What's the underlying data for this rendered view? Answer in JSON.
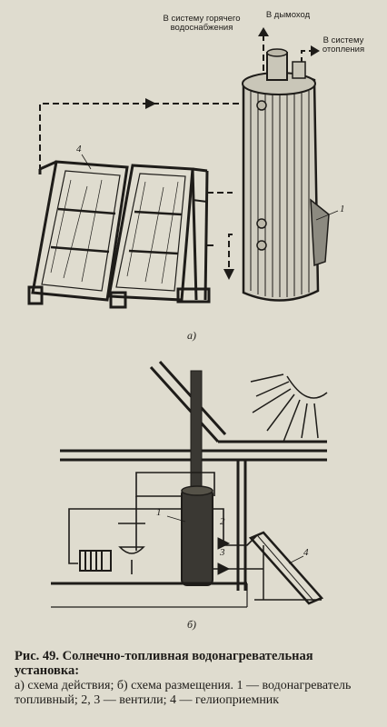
{
  "figure_a": {
    "label_hot_water": "В систему горячего водоснабжения",
    "label_chimney": "В дымоход",
    "label_heating": "В систему отопления",
    "callout_1": "1",
    "callout_4": "4",
    "sublabel": "а)"
  },
  "figure_b": {
    "callout_1": "1",
    "callout_2": "2",
    "callout_3": "3",
    "callout_4": "4",
    "sublabel": "б)"
  },
  "caption": {
    "title": "Рис. 49. Солнечно-топливная водонагревательная установка:",
    "body": "а) схема действия; б) схема размещения. 1 — водонагреватель топливный; 2, 3 — вентили; 4 — гелиоприемник"
  }
}
